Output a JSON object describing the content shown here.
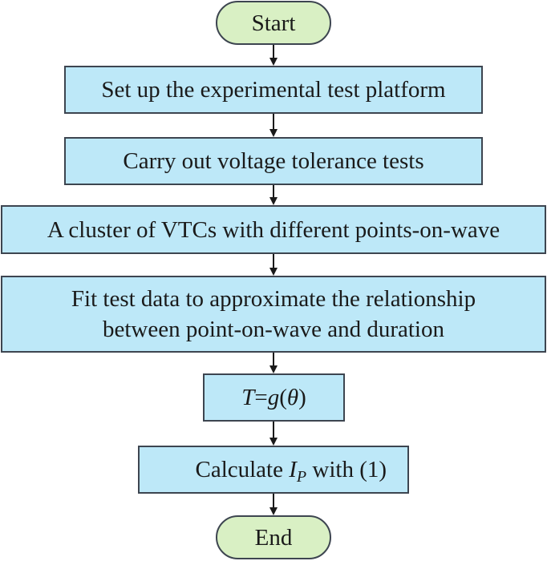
{
  "flowchart": {
    "start": {
      "label": "Start"
    },
    "steps": [
      {
        "label": "Set up the experimental test platform"
      },
      {
        "label": "Carry out voltage tolerance tests"
      },
      {
        "label": "A cluster of VTCs with different points-on-wave"
      },
      {
        "line1": "Fit test data to approximate the relationship",
        "line2": "between point-on-wave and duration"
      }
    ],
    "formula": {
      "lhs": "T",
      "eq": "=",
      "func": "g",
      "open": "(",
      "arg": "θ",
      "close": ")"
    },
    "calculate": {
      "prefix": "Calculate ",
      "var": "I",
      "sub": "P",
      "suffix": " with (1)"
    },
    "end": {
      "label": "End"
    }
  },
  "colors": {
    "process_fill": "#bde8f8",
    "terminal_fill": "#d9f0c4",
    "border": "#3d4550",
    "arrow": "#1a1a1a"
  }
}
